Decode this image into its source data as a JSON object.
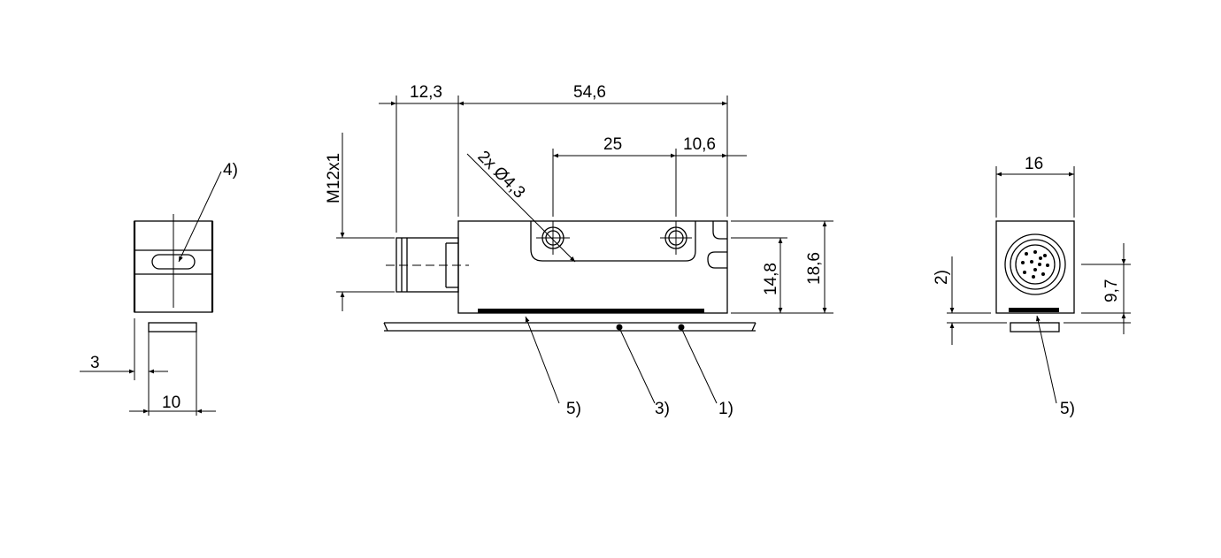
{
  "dimensions": {
    "connector_length": "12,3",
    "housing_length": "54,6",
    "hole_spacing": "25",
    "hole_offset": "10,6",
    "hole_diameter": "2x Ø4,3",
    "thread": "M12x1",
    "height_to_axis": "14,8",
    "housing_height": "18,6",
    "end_width": "16",
    "end_axis_height": "9,7",
    "side_width": "10",
    "side_offset": "3"
  },
  "callouts": {
    "note_1": "1)",
    "note_2": "2)",
    "note_3": "3)",
    "note_4": "4)",
    "note_5_front": "5)",
    "note_5_end": "5)"
  }
}
